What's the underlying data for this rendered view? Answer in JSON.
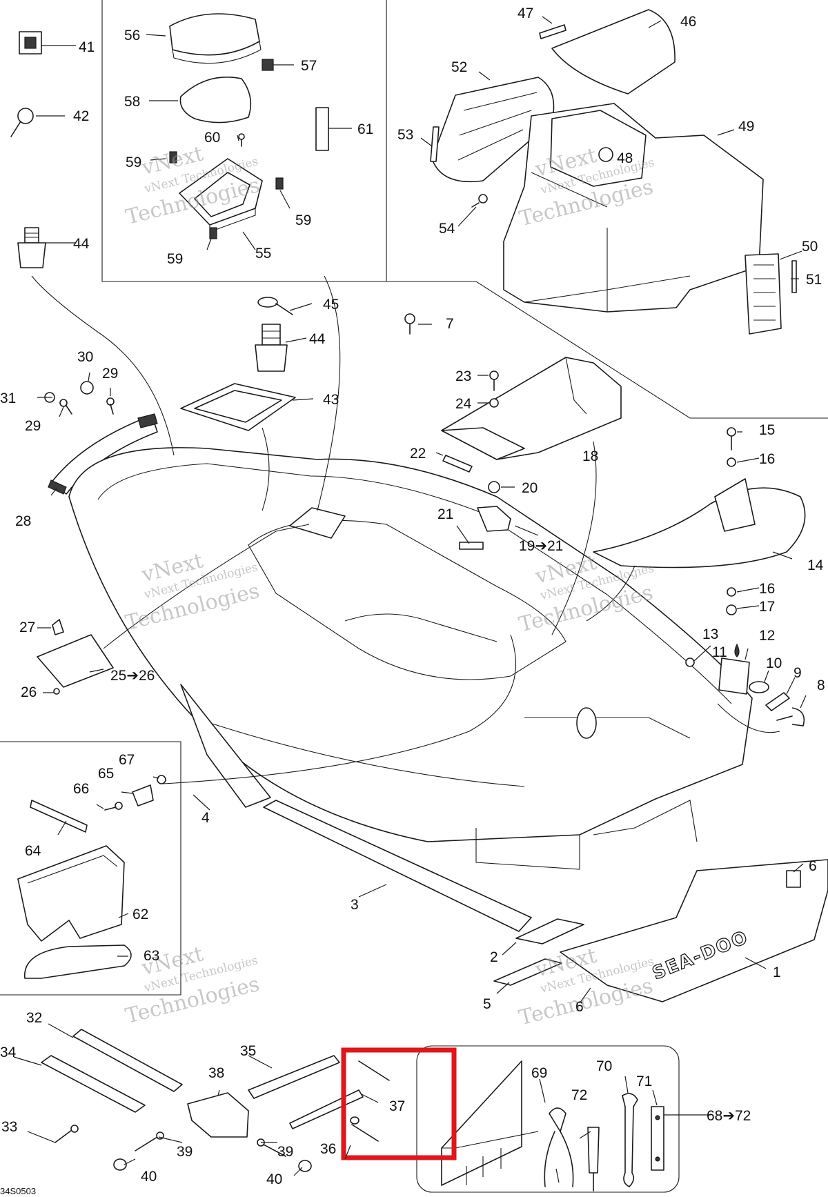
{
  "drawing_code": "34S0503",
  "watermark": {
    "line1": "vNext",
    "line2": "Technologies",
    "line3": "vNext Technologies"
  },
  "hull_logo": "SEA-DOO",
  "highlight_color": "#e0161b",
  "callouts": {
    "c1": "1",
    "c2": "2",
    "c3": "3",
    "c4": "4",
    "c5": "5",
    "c6a": "6",
    "c6b": "6",
    "c7": "7",
    "c8": "8",
    "c9": "9",
    "c10": "10",
    "c11": "11",
    "c12": "12",
    "c13": "13",
    "c14": "14",
    "c15": "15",
    "c16a": "16",
    "c16b": "16",
    "c17": "17",
    "c18": "18",
    "c19": "19➔21",
    "c20": "20",
    "c21": "21",
    "c22": "22",
    "c23": "23",
    "c24": "24",
    "c25": "25➔26",
    "c26": "26",
    "c27": "27",
    "c28": "28",
    "c29a": "29",
    "c29b": "29",
    "c30": "30",
    "c31": "31",
    "c32": "32",
    "c33": "33",
    "c34": "34",
    "c35": "35",
    "c36": "36",
    "c37": "37",
    "c38": "38",
    "c39a": "39",
    "c39b": "39",
    "c40a": "40",
    "c40b": "40",
    "c41": "41",
    "c42": "42",
    "c43": "43",
    "c44a": "44",
    "c44b": "44",
    "c45": "45",
    "c46": "46",
    "c47": "47",
    "c48": "48",
    "c49": "49",
    "c50": "50",
    "c51": "51",
    "c52": "52",
    "c53": "53",
    "c54": "54",
    "c55": "55",
    "c56": "56",
    "c57": "57",
    "c58": "58",
    "c59a": "59",
    "c59b": "59",
    "c59c": "59",
    "c60": "60",
    "c61": "61",
    "c62": "62",
    "c63": "63",
    "c64": "64",
    "c65": "65",
    "c66": "66",
    "c67": "67",
    "c68": "68➔72",
    "c69": "69",
    "c70": "70",
    "c71": "71",
    "c72": "72"
  }
}
